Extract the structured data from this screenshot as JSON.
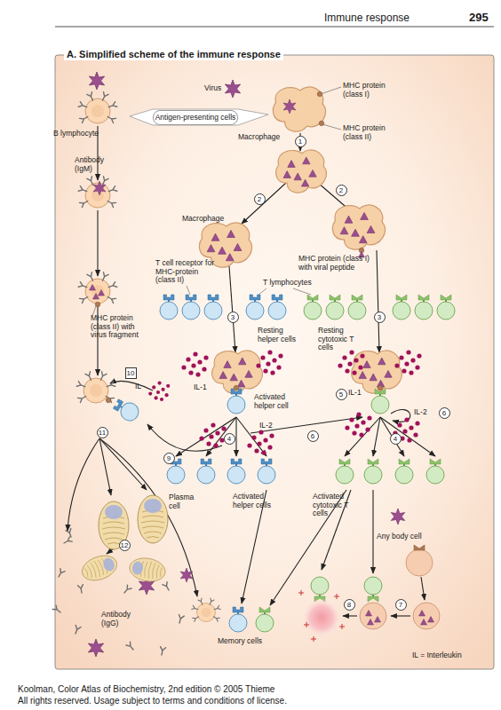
{
  "diagram": {
    "title": "A. Simplified scheme of the immune response",
    "nodes": [
      {
        "text": [
          "Antigen-presenting cells"
        ]
      }
    ],
    "labels": [
      "Immune response",
      "295",
      "Virus",
      "MHC protein (class I)",
      "MHC protein (class II)",
      "B lymphocyte",
      "Macrophage",
      "1",
      "Antibody (IgM)",
      "2",
      "2",
      "Macrophage",
      "MHC protein (class I) with viral peptide",
      "T cell receptor for MHC-protein (class II)",
      "T lymphocytes",
      "MHC protein (class II) with virus fragment",
      "3",
      "3",
      "Resting helper cells",
      "Resting cytotoxic T cells",
      "10",
      "IL",
      "IL-1",
      "Activated helper cell",
      "5",
      "IL-1",
      "IL-2",
      "6",
      "IL-2",
      "4",
      "6",
      "4",
      "11",
      "9",
      "Plasma cell",
      "Activated helper cells",
      "Activated cytotoxic T cells",
      "Any body cell",
      "12",
      "8",
      "7",
      "Antibody (IgG)",
      "Memory cells",
      "IL = Interleukin",
      "Koolman, Color Atlas of Biochemistry, 2nd edition © 2005 Thieme",
      "All rights reserved. Usage subject to terms and conditions of license."
    ]
  }
}
